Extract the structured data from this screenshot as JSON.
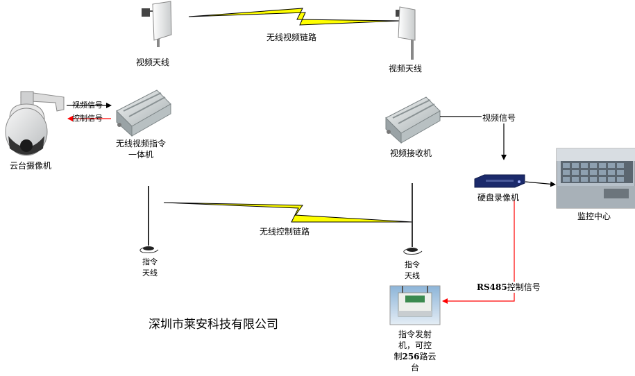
{
  "colors": {
    "lightning": "#ffff00",
    "lightning_outline": "#000000",
    "video_arrow": "#000000",
    "control_arrow": "#ff0000",
    "monitor_wall": "#9aa7b3"
  },
  "labels": {
    "antenna_tx": "视频天线",
    "antenna_rx": "视频天线",
    "video_link": "无线视频链路",
    "camera": "云台摄像机",
    "sig_video_small": "视频信号",
    "sig_control_small": "控制信号",
    "transmitter": "无线视频指令一体机",
    "receiver": "视频接收机",
    "sig_video": "视频信号",
    "dvr": "硬盘录像机",
    "monitor_center": "监控中心",
    "control_link": "无线控制链路",
    "cmd_ant_left": "指令天线",
    "cmd_ant_right": "指令天线",
    "rs485_prefix": "RS485",
    "rs485_suffix": "控制信号",
    "company": "深圳市莱安科技有限公司",
    "cmd_tx_1": "指令发射",
    "cmd_tx_2": "机，可控",
    "cmd_tx_3_pre": "制",
    "cmd_tx_3_num": "256",
    "cmd_tx_3_post": "路云",
    "cmd_tx_4": "台"
  },
  "icons": [
    "panel-antenna-icon",
    "ptz-camera-icon",
    "transmitter-box-icon",
    "receiver-box-icon",
    "dvr-icon",
    "monitor-wall-icon",
    "whip-antenna-icon",
    "command-transmitter-icon",
    "lightning-bolt-icon"
  ]
}
